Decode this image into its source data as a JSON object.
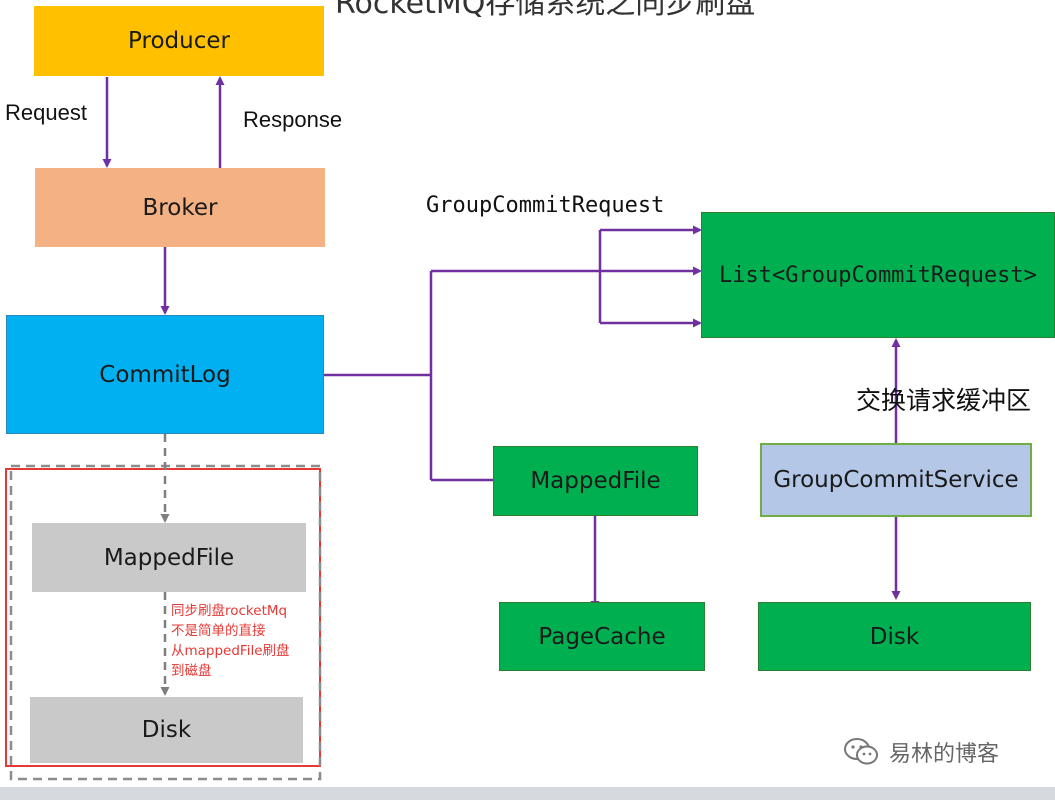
{
  "title": "RocketMQ存储系统之同步刷盘",
  "nodes": {
    "producer": "Producer",
    "broker": "Broker",
    "commitlog": "CommitLog",
    "mappedfile_left": "MappedFile",
    "disk_left": "Disk",
    "mappedfile_mid": "MappedFile",
    "pagecache": "PageCache",
    "list_requests": "List<GroupCommitRequest>",
    "group_commit_service": "GroupCommitService",
    "disk_right": "Disk"
  },
  "edge_labels": {
    "request": "Request",
    "response": "Response",
    "group_commit_request": "GroupCommitRequest",
    "swap_buffer": "交换请求缓冲区"
  },
  "note": {
    "line1": "同步刷盘rocketMq",
    "line2": "不是简单的直接",
    "line3": "从mappedFile刷盘",
    "line4": "到磁盘"
  },
  "watermark": {
    "text": "易林的博客",
    "icon": "wechat-icon"
  },
  "colors": {
    "producer": "#ffc000",
    "broker": "#f4b183",
    "commitlog": "#00b0f0",
    "gray_box": "#c9c9c9",
    "green_box": "#00b050",
    "blue_box": "#b4c7e7",
    "arrow": "#7030a0",
    "dashed": "#7f7f7f",
    "highlight_border": "#e53935",
    "note_text": "#e53935"
  }
}
